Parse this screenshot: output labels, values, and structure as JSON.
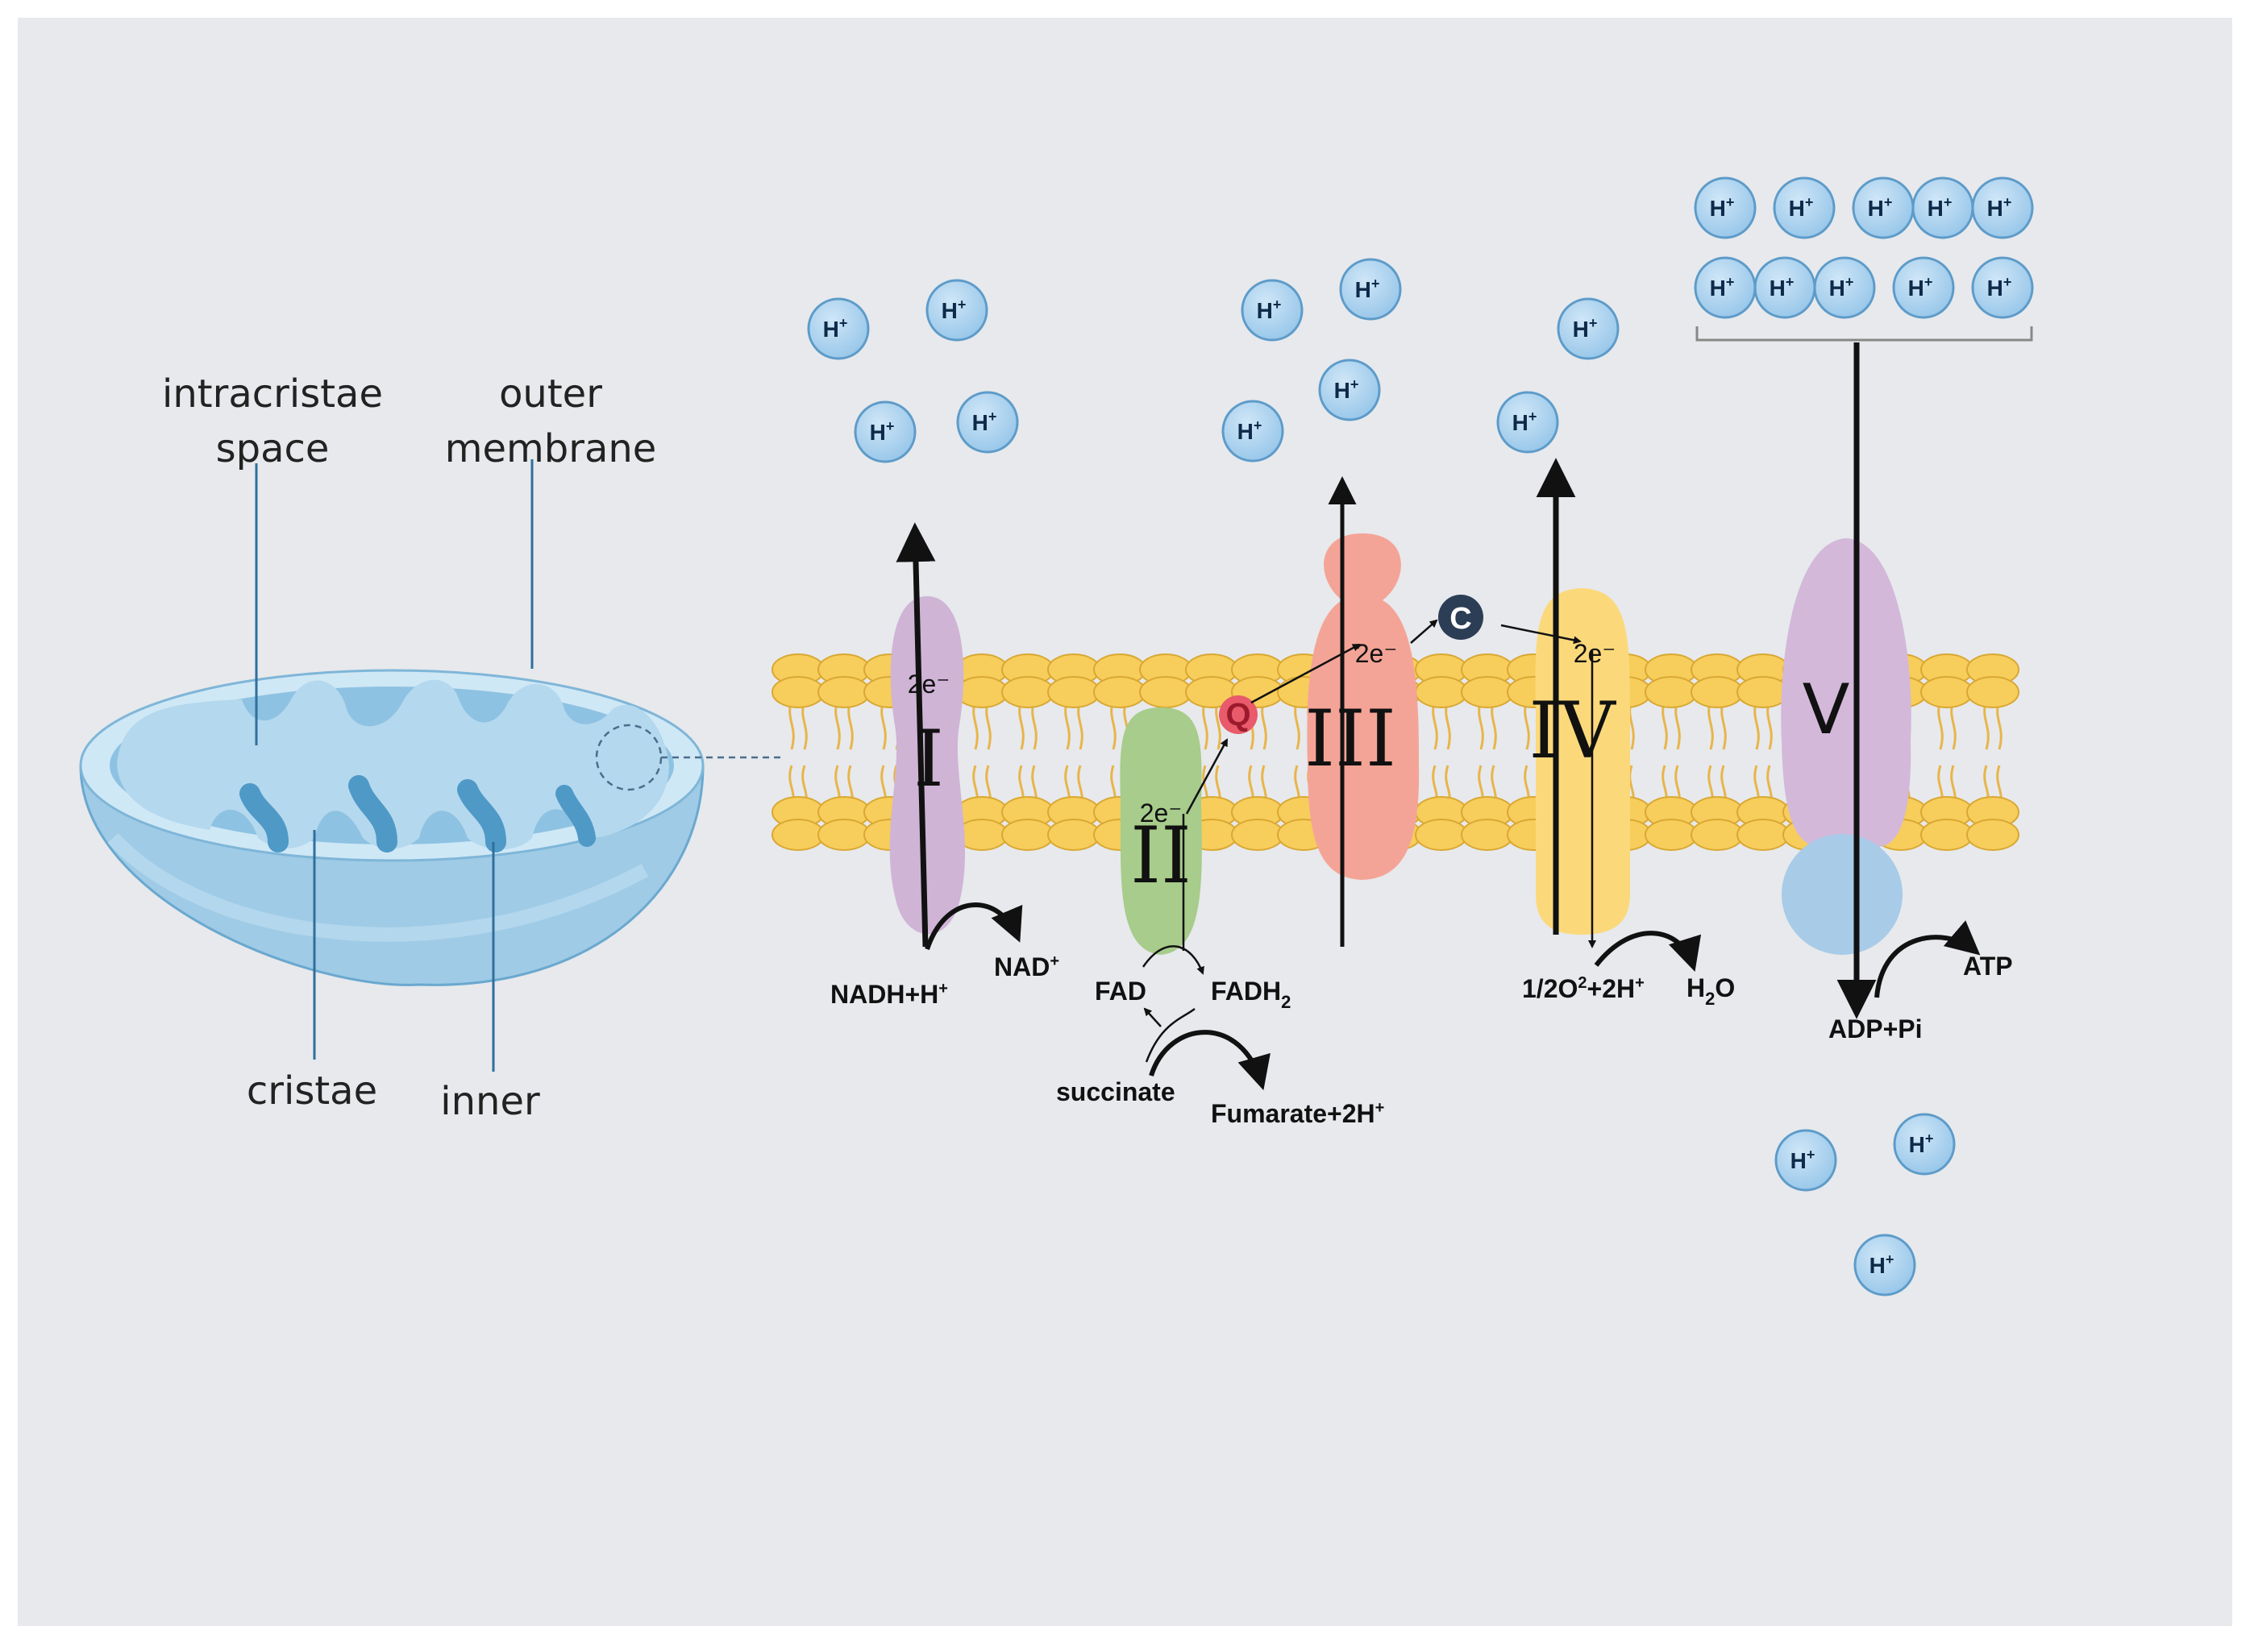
{
  "labels": {
    "intracristae": "intracristae",
    "space": "space",
    "outer": "outer",
    "membrane": "membrane",
    "cristae": "cristae",
    "inner": "inner"
  },
  "complexes": {
    "i": "I",
    "ii": "II",
    "iii": "III",
    "iv": "IV",
    "v": "V"
  },
  "carriers": {
    "q": "Q",
    "c": "C"
  },
  "electrons": [
    "2e⁻",
    "2e⁻",
    "2e⁻",
    "2e⁻"
  ],
  "proton": {
    "label": "H",
    "sup": "+"
  },
  "chem": {
    "nadh": "NADH+H",
    "nad": "NAD",
    "hplus_sup": "+",
    "fad": "FAD",
    "fadh": "FADH",
    "sub2": "2",
    "sup2": "2",
    "succinate": "succinate",
    "fumarate": "Fumarate+2H",
    "o_prefix": "1/2O",
    "o_suffix": "+2H",
    "h": "H",
    "o": "O",
    "adp": "ADP+Pi",
    "atp": "ATP"
  },
  "colors": {
    "complex_i": "#cfb4d6",
    "complex_ii": "#a7cc8b",
    "complex_iii": "#f4a497",
    "complex_iv": "#fbd97b",
    "complex_v": "#d3b8da",
    "lipid_head": "#f7cd5c",
    "proton_fill": "#b7daf2"
  }
}
